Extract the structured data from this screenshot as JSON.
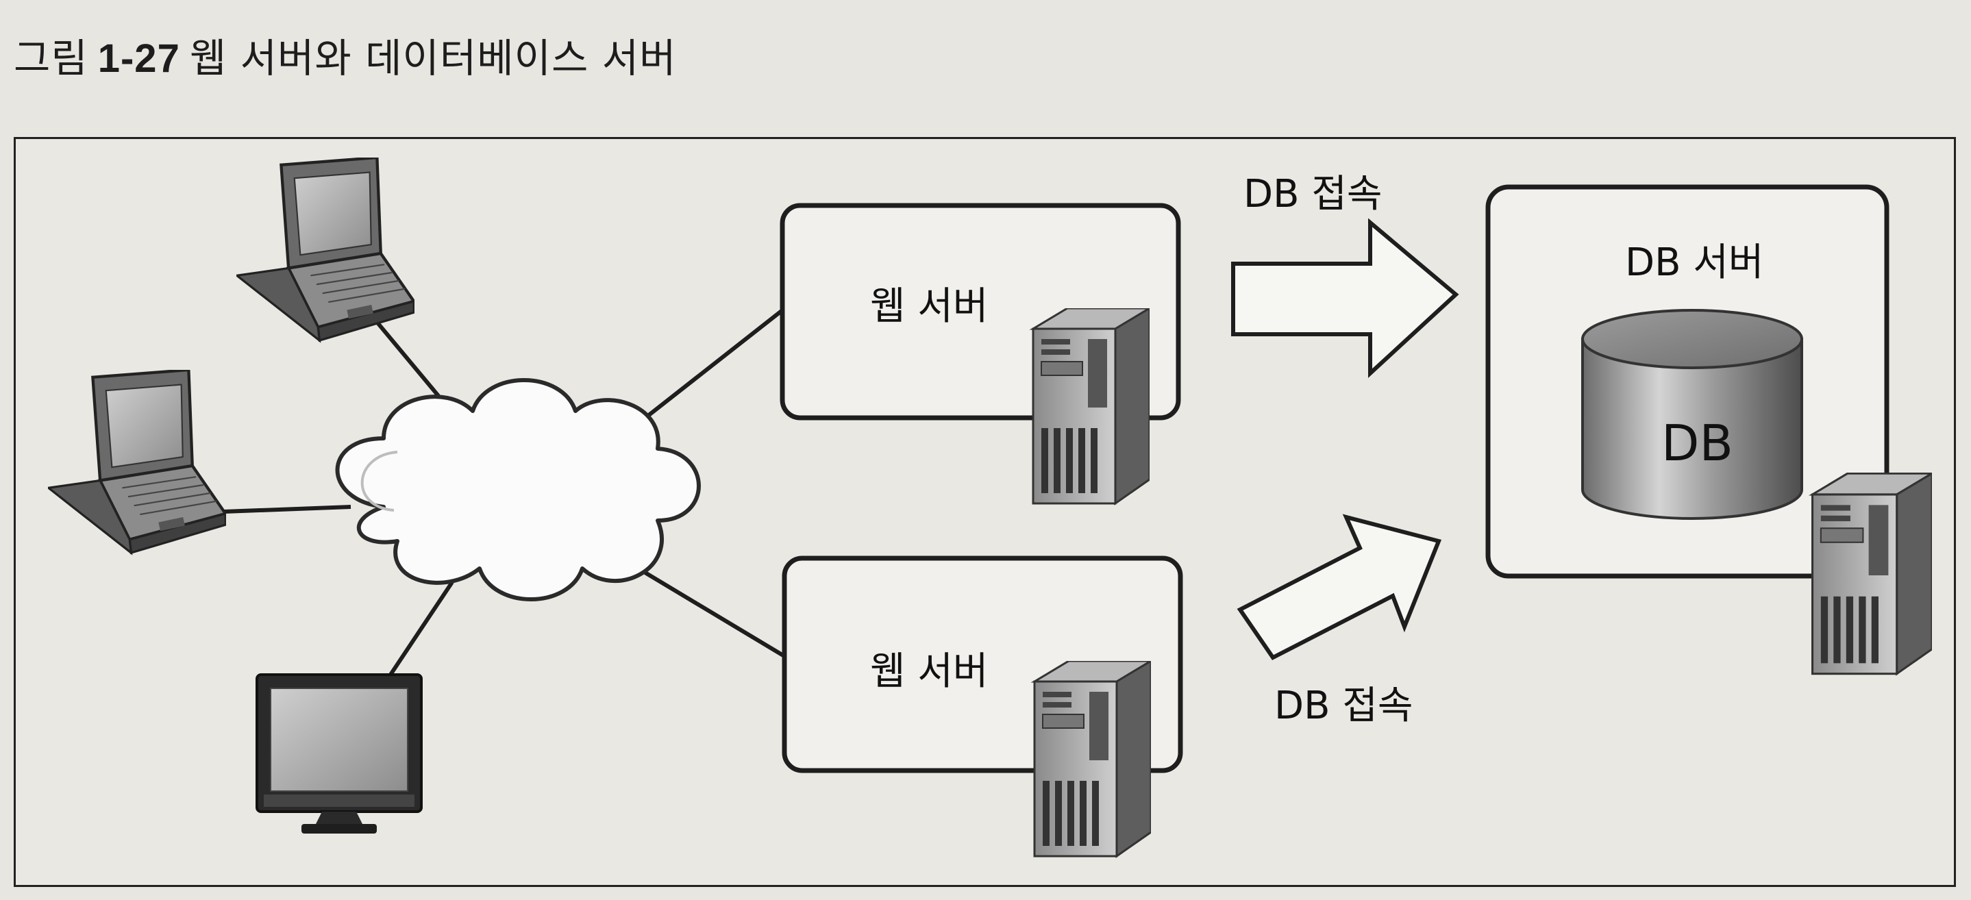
{
  "caption": {
    "prefix": "그림",
    "number": "1-27",
    "title": "웹 서버와 데이터베이스 서버"
  },
  "nodes": {
    "web_server_top": "웹 서버",
    "web_server_bottom": "웹 서버",
    "db_server": "DB 서버",
    "db_cylinder": "DB"
  },
  "arrows": {
    "top": "DB 접속",
    "bottom": "DB 접속"
  }
}
